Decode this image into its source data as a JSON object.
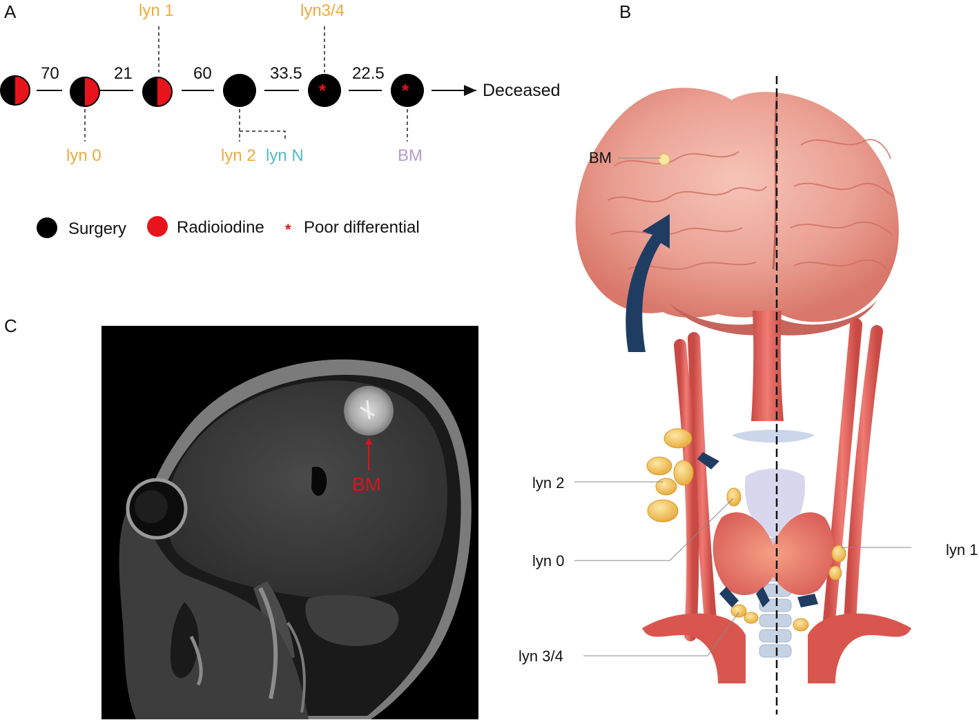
{
  "panels": {
    "a": "A",
    "b": "B",
    "c": "C"
  },
  "colors": {
    "surgery": "#000000",
    "radioiodine": "#e8141c",
    "lyn_orange": "#f0a93a",
    "lyn_teal": "#4fbcc8",
    "bm_purple": "#b69ad2",
    "bm_red": "#d9141c",
    "arrow_navy": "#1f3d63",
    "artery": "#d9564f",
    "brain": "#eba49a",
    "lymph": "#f3c15a"
  },
  "timeline": {
    "intervals": [
      "70",
      "21",
      "60",
      "33.5",
      "22.5"
    ],
    "end_label": "Deceased",
    "lyn_labels": {
      "lyn0": "lyn 0",
      "lyn1": "lyn 1",
      "lyn2": "lyn 2",
      "lynN": "lyn N",
      "lyn34": "lyn3/4",
      "bm": "BM"
    },
    "star": "*"
  },
  "legend": {
    "surgery": "Surgery",
    "radioiodine": "Radioiodine",
    "poor": "Poor differential",
    "star": "*"
  },
  "mri": {
    "label": "BM"
  },
  "anatomy": {
    "bm": "BM",
    "lyn2": "lyn 2",
    "lyn0": "lyn 0",
    "lyn1": "lyn 1",
    "lyn34": "lyn 3/4"
  }
}
